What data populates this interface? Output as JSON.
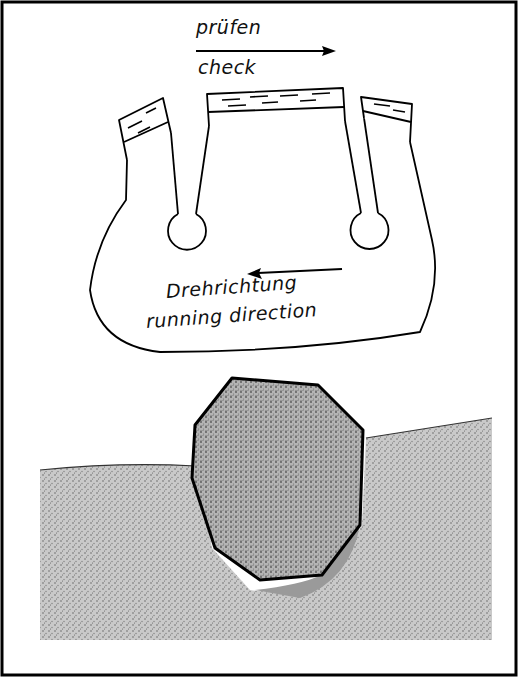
{
  "diagram": {
    "labels": [
      "prüfen",
      "check",
      "Drehrichtung",
      "running direction"
    ]
  }
}
